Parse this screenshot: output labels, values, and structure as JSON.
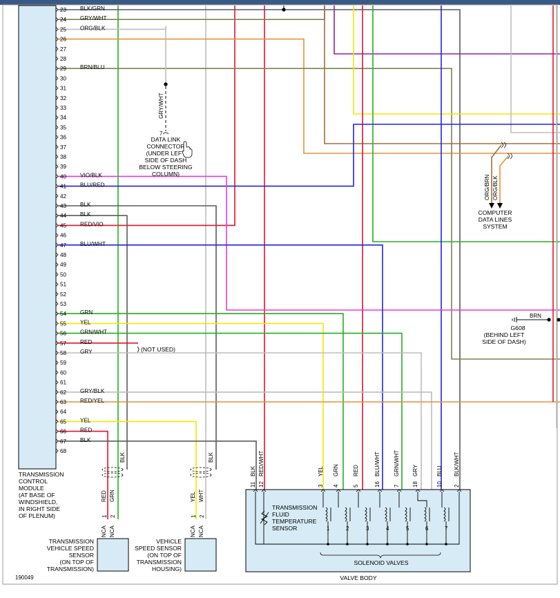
{
  "diagram_id": "190049",
  "colors": {
    "red": "#e8102a",
    "green": "#22b022",
    "yellow": "#f5e600",
    "blue": "#2222dd",
    "magenta": "#e83ad8",
    "gray": "#bdbdbd",
    "orange": "#e69138",
    "darkgray": "#5a5a5a",
    "olive": "#808050",
    "brown": "#a0703a",
    "purple": "#9020b0",
    "tcm_fill": "#d6ebf5",
    "component_fill": "#d6ebf5"
  },
  "pins": [
    {
      "n": "23",
      "label": "BLK/GRN"
    },
    {
      "n": "24",
      "label": "GRY/WHT"
    },
    {
      "n": "25",
      "label": "ORG/BLK"
    },
    {
      "n": "26",
      "label": ""
    },
    {
      "n": "27",
      "label": ""
    },
    {
      "n": "28",
      "label": ""
    },
    {
      "n": "29",
      "label": "BRN/BLU"
    },
    {
      "n": "30",
      "label": ""
    },
    {
      "n": "31",
      "label": ""
    },
    {
      "n": "32",
      "label": ""
    },
    {
      "n": "33",
      "label": ""
    },
    {
      "n": "34",
      "label": ""
    },
    {
      "n": "35",
      "label": ""
    },
    {
      "n": "36",
      "label": ""
    },
    {
      "n": "37",
      "label": ""
    },
    {
      "n": "38",
      "label": ""
    },
    {
      "n": "39",
      "label": ""
    },
    {
      "n": "40",
      "label": "VIO/BLK"
    },
    {
      "n": "41",
      "label": "BLU/RED"
    },
    {
      "n": "42",
      "label": ""
    },
    {
      "n": "43",
      "label": "BLK"
    },
    {
      "n": "44",
      "label": "BLK"
    },
    {
      "n": "45",
      "label": "RED/VIO"
    },
    {
      "n": "46",
      "label": ""
    },
    {
      "n": "47",
      "label": "BLU/WHT"
    },
    {
      "n": "48",
      "label": ""
    },
    {
      "n": "49",
      "label": ""
    },
    {
      "n": "50",
      "label": ""
    },
    {
      "n": "51",
      "label": ""
    },
    {
      "n": "52",
      "label": ""
    },
    {
      "n": "53",
      "label": ""
    },
    {
      "n": "54",
      "label": "GRN"
    },
    {
      "n": "55",
      "label": "YEL"
    },
    {
      "n": "56",
      "label": "GRN/WHT"
    },
    {
      "n": "57",
      "label": "RED"
    },
    {
      "n": "58",
      "label": "GRY"
    },
    {
      "n": "59",
      "label": ""
    },
    {
      "n": "60",
      "label": ""
    },
    {
      "n": "61",
      "label": ""
    },
    {
      "n": "62",
      "label": "GRY/BLK"
    },
    {
      "n": "63",
      "label": "RED/YEL"
    },
    {
      "n": "64",
      "label": ""
    },
    {
      "n": "65",
      "label": "YEL"
    },
    {
      "n": "66",
      "label": "RED"
    },
    {
      "n": "67",
      "label": "BLK"
    },
    {
      "n": "68",
      "label": ""
    }
  ],
  "tcm_label": [
    "TRANSMISSION",
    "CONTROL",
    "MODULE",
    "(AT BASE OF",
    "WINDSHIELD,",
    "IN RIGHT SIDE",
    "OF PLENUM)"
  ],
  "dlc": {
    "wire": "GRY/WHT",
    "pin": "7",
    "label": [
      "DATA LINK",
      "CONNECTOR",
      "(UNDER LEFT",
      "SIDE OF DASH",
      "BELOW STEERING",
      "COLUMN)"
    ]
  },
  "not_used": "(NOT USED)",
  "computer_data": {
    "wire1": "ORG/BRN",
    "wire2": "ORG/BLK",
    "label": [
      "COMPUTER",
      "DATA LINES",
      "SYSTEM"
    ]
  },
  "ground": {
    "wire": "BRN",
    "label": [
      "G608",
      "(BEHIND LEFT",
      "SIDE OF DASH)"
    ]
  },
  "tvss": {
    "wire1": "RED",
    "wire2": "GRN",
    "pin1": "1",
    "pin2": "2",
    "nca": "NCA",
    "blk": "BLK",
    "label": [
      "TRANSMISSION",
      "VEHICLE SPEED",
      "SENSOR",
      "(ON TOP OF",
      "TRANSMISSION)"
    ]
  },
  "vss": {
    "wire1": "YEL",
    "wire2": "WHT",
    "pin1": "1",
    "pin2": "2",
    "nca": "NCA",
    "blk": "BLK",
    "label": [
      "VEHICLE",
      "SPEED SENSOR",
      "(ON TOP OF",
      "TRANSMISSION",
      "HOUSING)"
    ]
  },
  "valve_body": {
    "wires": [
      {
        "pin": "11",
        "color": "BLK"
      },
      {
        "pin": "12",
        "color": "RED/WHT"
      },
      {
        "pin": "3",
        "color": "YEL"
      },
      {
        "pin": "4",
        "color": "GRN"
      },
      {
        "pin": "5",
        "color": "RED"
      },
      {
        "pin": "16",
        "color": "BLU/WHT"
      },
      {
        "pin": "7",
        "color": "GRN/WHT"
      },
      {
        "pin": "18",
        "color": "GRY"
      },
      {
        "pin": "10",
        "color": "BLU"
      },
      {
        "pin": "2",
        "color": "BLK/WHT"
      }
    ],
    "tft_label": [
      "TRANSMISSION",
      "FLUID",
      "TEMPERATURE",
      "SENSOR"
    ],
    "solenoids": [
      "1",
      "2",
      "3",
      "4",
      "5",
      "6",
      "7"
    ],
    "solenoid_label": "SOLENOID VALVES",
    "label": "VALVE BODY"
  }
}
